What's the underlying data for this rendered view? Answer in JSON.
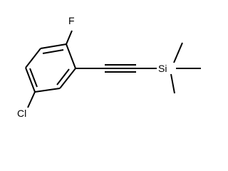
{
  "molecule": {
    "atoms": {
      "fluorine": "F",
      "chlorine": "Cl",
      "silicon": "Si"
    }
  },
  "colors": {
    "background": "#ffffff",
    "bond": "#000000",
    "text": "#000000"
  }
}
